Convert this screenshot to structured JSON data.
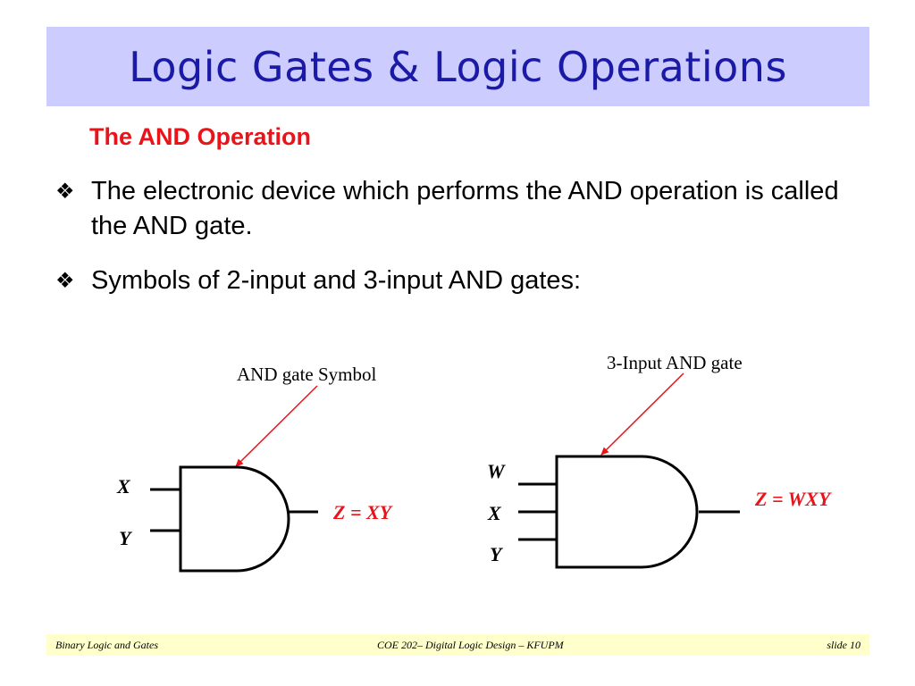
{
  "title": "Logic Gates & Logic Operations",
  "subtitle": "The AND Operation",
  "bullets": [
    {
      "marker": "❖",
      "text": "The electronic device which performs the AND operation is called the AND gate."
    },
    {
      "marker": "❖",
      "text": "Symbols of 2-input and 3-input AND gates:"
    }
  ],
  "diagram": {
    "gate2": {
      "caption": "AND gate Symbol",
      "inputs": [
        "X",
        "Y"
      ],
      "output": "Z = XY"
    },
    "gate3": {
      "caption": "3-Input AND gate",
      "inputs": [
        "W",
        "X",
        "Y"
      ],
      "output": "Z = WXY"
    }
  },
  "footer": {
    "left": "Binary Logic and Gates",
    "center": "COE 202– Digital Logic  Design – KFUPM",
    "right": "slide 10"
  },
  "colors": {
    "title_bg": "#ccccff",
    "title_text": "#1a1aa6",
    "accent_red": "#e8141a",
    "footer_bg": "#ffffcc"
  }
}
